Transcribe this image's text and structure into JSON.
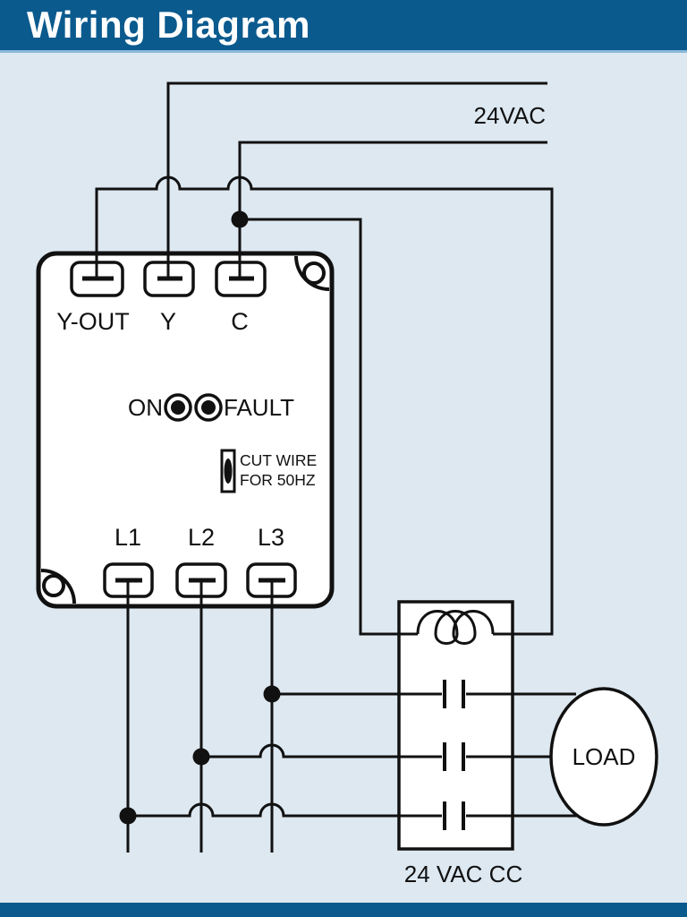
{
  "header": {
    "title": "Wiring Diagram",
    "bg_color": "#0a5a8e",
    "separator_color": "#8cb9d9",
    "text_color": "#ffffff"
  },
  "page": {
    "bg_color": "#dde8f1",
    "line_color": "#111111"
  },
  "supply": {
    "label": "24VAC"
  },
  "device": {
    "top_terminals": [
      {
        "label": "Y-OUT"
      },
      {
        "label": "Y"
      },
      {
        "label": "C"
      }
    ],
    "bottom_terminals": [
      {
        "label": "L1"
      },
      {
        "label": "L2"
      },
      {
        "label": "L3"
      }
    ],
    "indicators": {
      "on_label": "ON",
      "fault_label": "FAULT"
    },
    "cut_wire": {
      "line1": "CUT WIRE",
      "line2": "FOR 50HZ"
    }
  },
  "contactor": {
    "label": "24 VAC CC"
  },
  "load": {
    "label": "LOAD"
  },
  "footer": {
    "bg_color": "#0a5a8e"
  }
}
